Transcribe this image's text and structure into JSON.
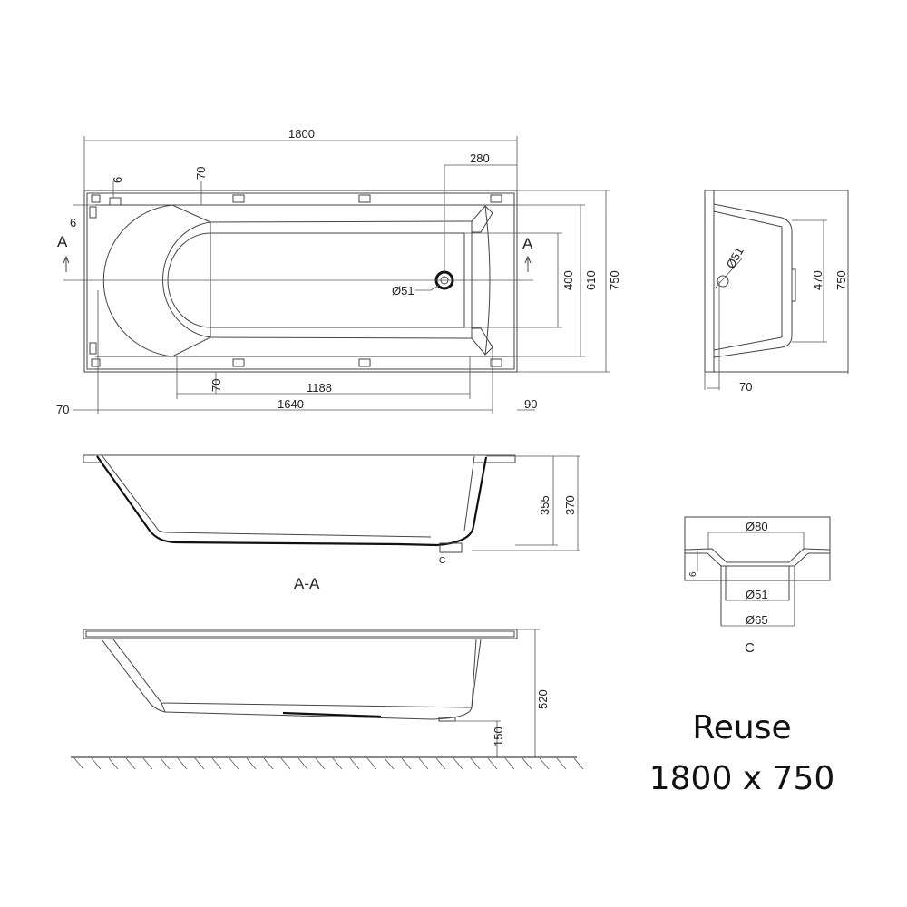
{
  "title": {
    "name": "Reuse",
    "size": "1800 x 750"
  },
  "top_view": {
    "dims": {
      "length": "1800",
      "drain_offset": "280",
      "rim_top": "70",
      "rim_small_top": "6",
      "rim_small_left": "6",
      "width": "750",
      "inner_width": "610",
      "bottom_width": "400",
      "rim_bottom": "70",
      "bottom_length": "1188",
      "inner_length": "1640",
      "left_margin": "70",
      "right_margin": "90",
      "drain": "Ø51"
    },
    "section_marker": "A"
  },
  "side_view": {
    "dims": {
      "drain": "Ø51",
      "height_inner": "470",
      "width": "750",
      "offset": "70"
    }
  },
  "section_aa": {
    "label": "A-A",
    "detail_marker": "C",
    "dims": {
      "depth": "355",
      "total": "370"
    }
  },
  "elevation": {
    "dims": {
      "height": "520",
      "floor_clearance": "150"
    }
  },
  "detail_c": {
    "label": "C",
    "dims": {
      "outer": "Ø80",
      "inner": "Ø51",
      "flange": "Ø65",
      "thickness": "6"
    }
  }
}
